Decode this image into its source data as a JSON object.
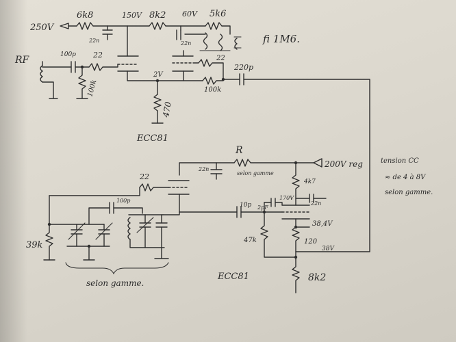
{
  "labels": {
    "v250": "250V",
    "r6k8": "6k8",
    "v150": "150V",
    "r8k2_top": "8k2",
    "v60": "60V",
    "r5k6": "5k6",
    "c22n_a": "22n",
    "c22n_b": "22n",
    "fi": "fi 1M6.",
    "rf": "RF",
    "c100p_a": "100p",
    "r22_a": "22",
    "r100k_a": "100k",
    "r22_b": "22",
    "c220p": "220p",
    "r100k_b": "100k",
    "v2": "2V",
    "r470": "470",
    "ecc81_top": "ECC81",
    "r_label": "R",
    "selon_gamme_r": "selon gamme",
    "c22n_c": "22n",
    "v200reg": "200V reg",
    "tension_cc": "tension CC",
    "tension_range": "≈ de 4 à 8V",
    "selon_gamme_note": "selon gamme.",
    "r22_c": "22",
    "c100p_b": "100p",
    "r4k7": "4k7",
    "v170": "170V",
    "c10p": "10p",
    "c2pf": "2pF",
    "c22n_d": "22n",
    "v38_4": "38,4V",
    "r39k": "39k",
    "r47k": "47k",
    "r120": "120",
    "v38": "38V",
    "selon_gamme_bottom": "selon gamme.",
    "ecc81_bottom": "ECC81",
    "r8k2_bottom": "8k2"
  }
}
